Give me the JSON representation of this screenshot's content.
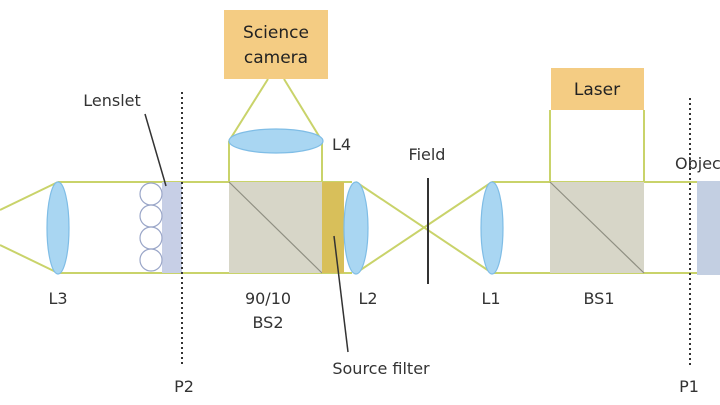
{
  "colors": {
    "beam": "#c9d36a",
    "lens_fill": "#a9d6f2",
    "lens_stroke": "#7fbde6",
    "box_fill": "#f4cc83",
    "cube_fill": "#d7d6c8",
    "filter_fill": "#d8bf5a",
    "lenslet_fill": "#c7cfe6",
    "object_fill": "#c3cfe2",
    "dashed": "#333333",
    "text": "#333333"
  },
  "boxes": {
    "science_camera": {
      "line1": "Science",
      "line2": "camera"
    },
    "laser": "Laser"
  },
  "labels": {
    "lenslet": "Lenslet",
    "l4": "L4",
    "field": "Field",
    "object": "Object",
    "l3": "L3",
    "l2": "L2",
    "l1": "L1",
    "bs2_ratio": "90/10",
    "bs2": "BS2",
    "bs1": "BS1",
    "source_filter": "Source filter",
    "p2": "P2",
    "p1": "P1"
  }
}
